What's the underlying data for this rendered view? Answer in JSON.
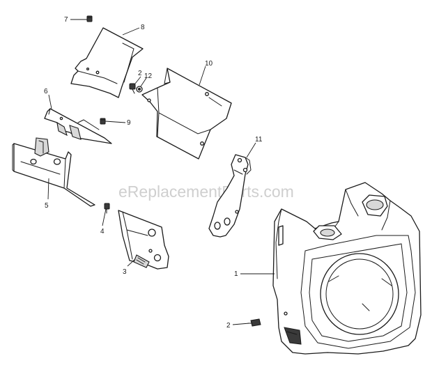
{
  "watermark": "eReplacementParts.com",
  "callouts": {
    "c1": "1",
    "c2a": "2",
    "c2b": "2",
    "c3": "3",
    "c4": "4",
    "c5": "5",
    "c6": "6",
    "c7": "7",
    "c8": "8",
    "c9": "9",
    "c10": "10",
    "c11": "11",
    "c12": "12"
  }
}
